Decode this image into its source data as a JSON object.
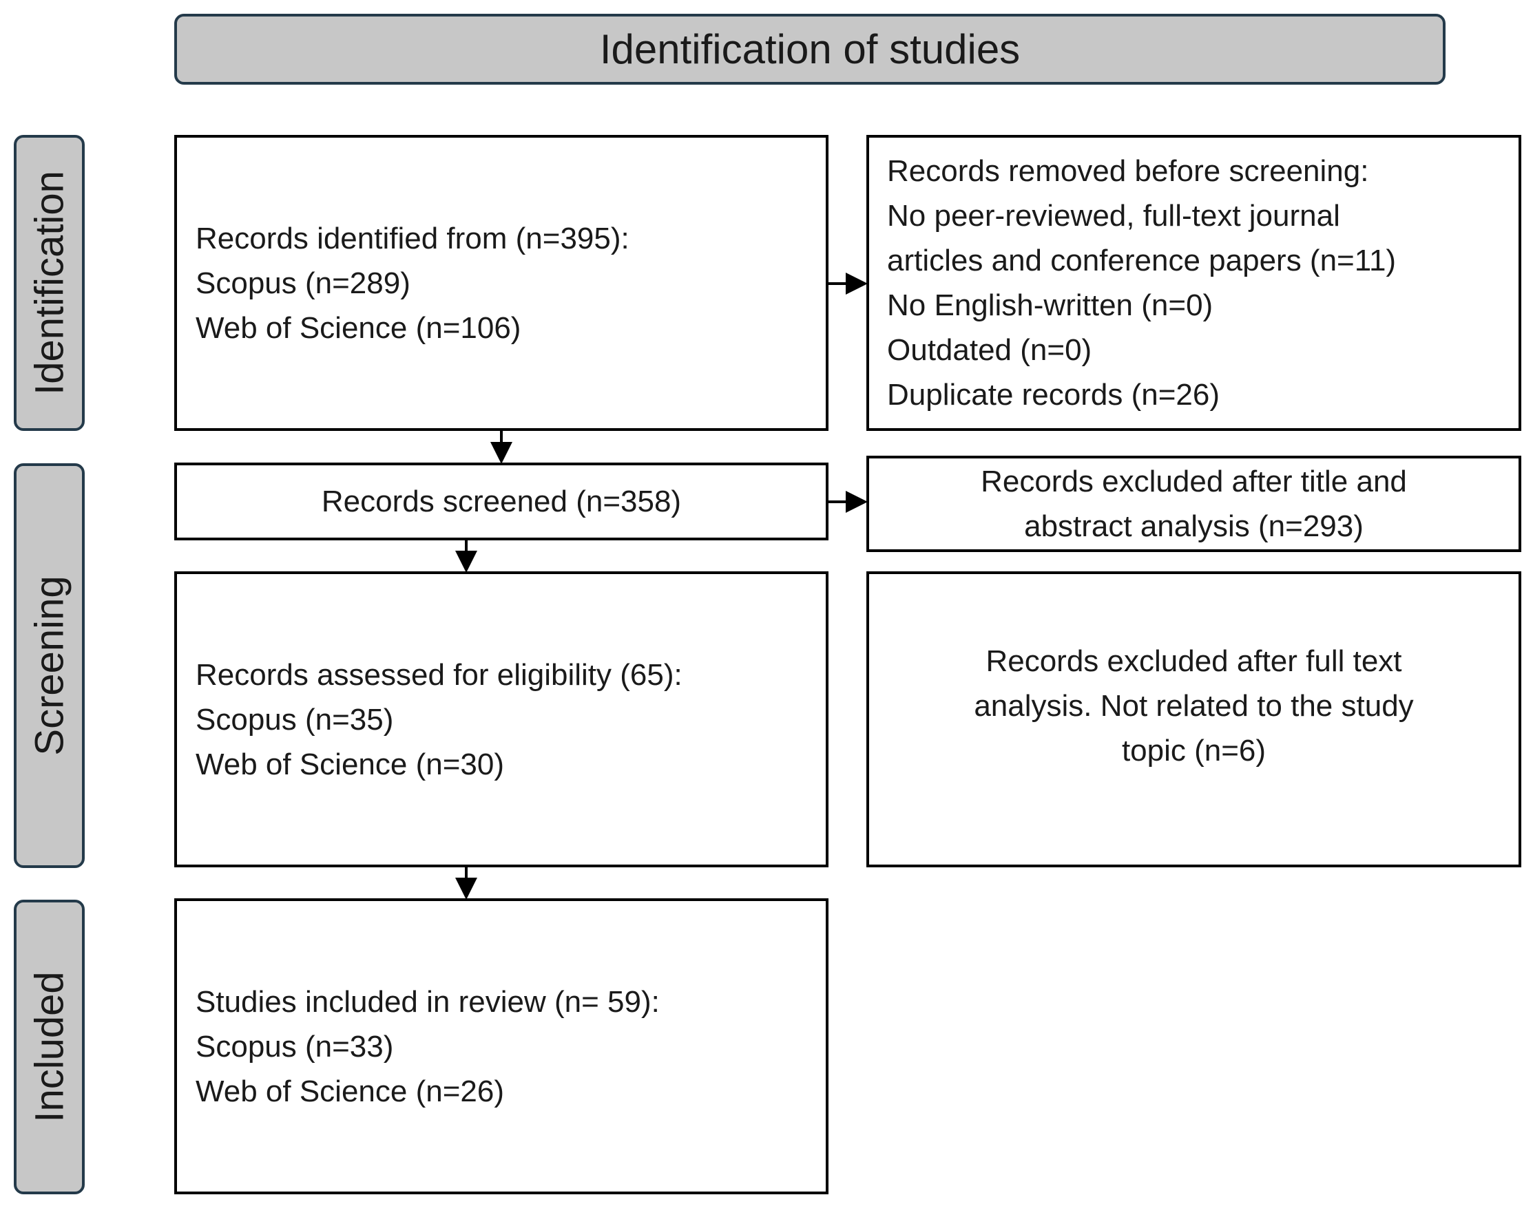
{
  "header": {
    "title": "Identification of studies"
  },
  "phases": {
    "identification": "Identification",
    "screening": "Screening",
    "included": "Included"
  },
  "boxes": {
    "records_identified": {
      "lines": [
        "Records identified from (n=395):",
        "Scopus (n=289)",
        "Web of Science (n=106)"
      ]
    },
    "records_removed": {
      "lines": [
        "Records removed before screening:",
        "No peer-reviewed, full-text journal",
        "articles and conference papers (n=11)",
        "No English-written (n=0)",
        "Outdated (n=0)",
        "Duplicate records (n=26)"
      ]
    },
    "records_screened": {
      "lines": [
        "Records screened (n=358)"
      ]
    },
    "excluded_title_abstract": {
      "lines": [
        "Records excluded after title and",
        "abstract analysis (n=293)"
      ]
    },
    "assessed_eligibility": {
      "lines": [
        "Records assessed for eligibility (65):",
        "Scopus (n=35)",
        "Web of Science (n=30)"
      ]
    },
    "excluded_full_text": {
      "lines": [
        "Records excluded after full text",
        "analysis. Not related to the study",
        "topic (n=6)"
      ]
    },
    "studies_included": {
      "lines": [
        "Studies included in review (n= 59):",
        "Scopus (n=33)",
        "Web of Science (n=26)"
      ]
    }
  }
}
